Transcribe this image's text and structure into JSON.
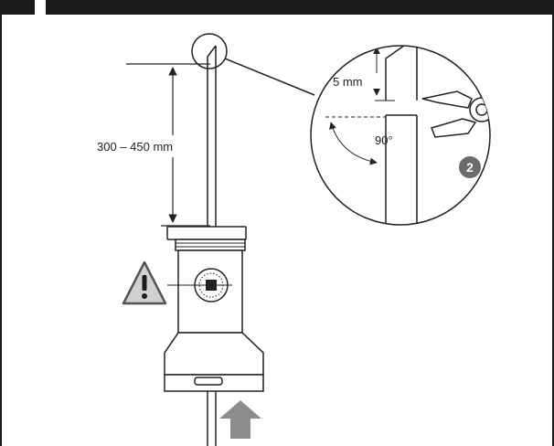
{
  "dimension_label": "300 – 450 mm",
  "detail": {
    "cut_height_label": "5 mm",
    "angle_label": "90°",
    "step_badge": "2"
  },
  "icons": {
    "warning": "warning-triangle-icon",
    "direction": "up-arrow-icon",
    "cutter": "side-cutter-icon"
  },
  "colors": {
    "border": "#1a1a1a",
    "line": "#222222",
    "badge": "#6b6b6b",
    "warning_fill": "#d0d0d0",
    "arrow_fill": "#8c8c8c"
  }
}
